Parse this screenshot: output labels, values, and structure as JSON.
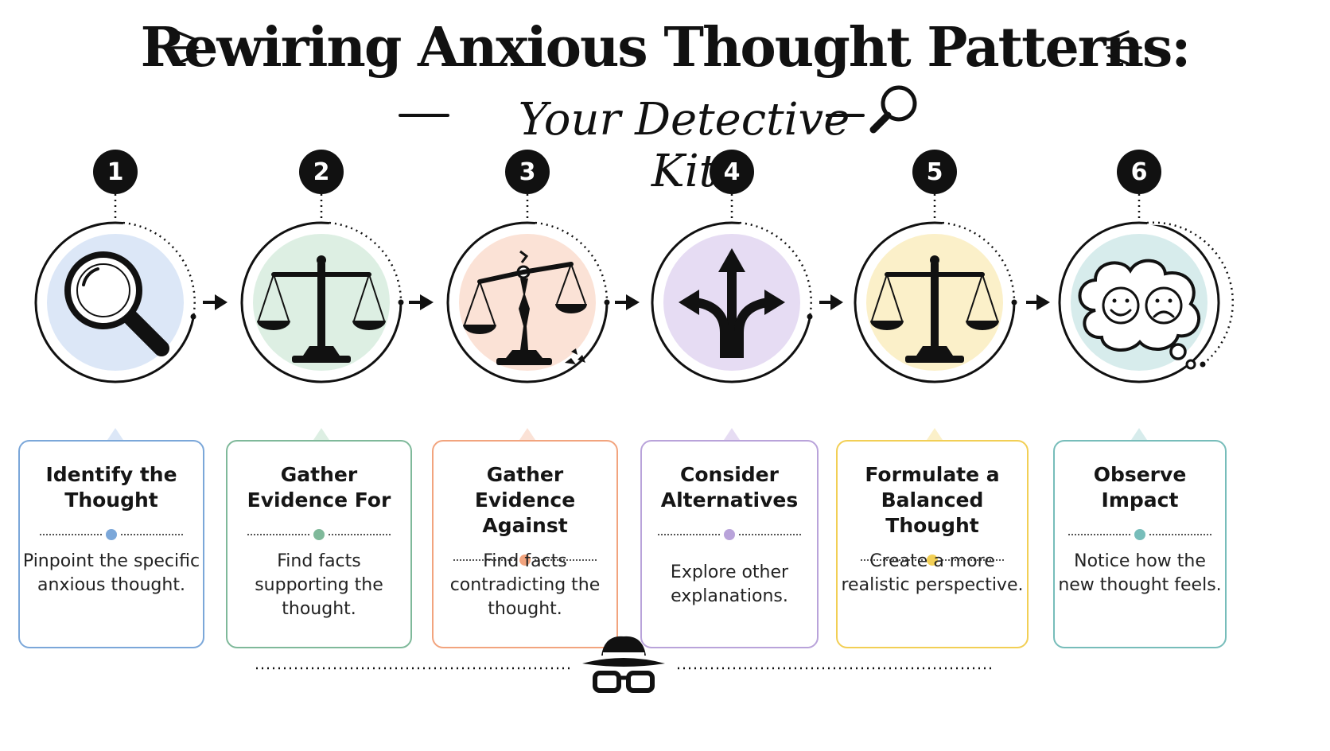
{
  "header": {
    "title": "Rewiring Anxious Thought Patterns:",
    "subtitle": "Your Detective Kit"
  },
  "steps": [
    {
      "number": "1",
      "title": "Identify the Thought",
      "description": "Pinpoint the specific anxious thought.",
      "icon": "magnifying-glass-icon",
      "color": "#7BA7D9",
      "bg": "#DCE7F7"
    },
    {
      "number": "2",
      "title": "Gather Evidence For",
      "description": "Find facts supporting the thought.",
      "icon": "balance-scale-icon",
      "color": "#7FB99A",
      "bg": "#DDEFE3"
    },
    {
      "number": "3",
      "title": "Gather Evidence Against",
      "description": "Find facts contradicting the thought.",
      "icon": "broken-scale-icon",
      "color": "#F2A47E",
      "bg": "#FBE2D6"
    },
    {
      "number": "4",
      "title": "Consider Alternatives",
      "description": "Explore other explanations.",
      "icon": "branching-arrows-icon",
      "color": "#B9A3DA",
      "bg": "#E6DCF3"
    },
    {
      "number": "5",
      "title": "Formulate a Balanced Thought",
      "description": "Create a more realistic perspective.",
      "icon": "balanced-scale-icon",
      "color": "#F2CF55",
      "bg": "#FBF0C9"
    },
    {
      "number": "6",
      "title": "Observe Impact",
      "description": "Notice how the new thought feels.",
      "icon": "thought-cloud-icon",
      "color": "#77BDBA",
      "bg": "#D7ECEC"
    }
  ],
  "colors": {
    "ink": "#111111"
  },
  "footer": {
    "icon": "detective-hat-glasses-icon"
  }
}
